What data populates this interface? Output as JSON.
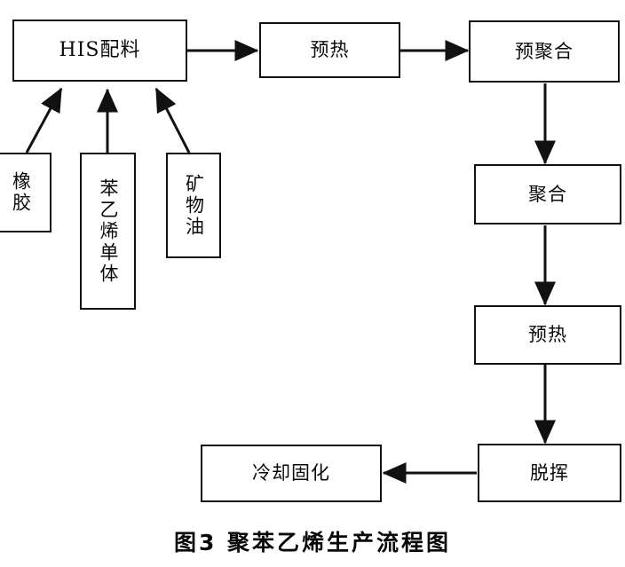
{
  "figure": {
    "caption": "图3 聚苯乙烯生产流程图",
    "type": "process-flow-diagram"
  },
  "nodes": {
    "his_blend": {
      "label": "HIS配料"
    },
    "rubber": {
      "label": "橡胶"
    },
    "styrene_monomer": {
      "label": "苯乙烯单体"
    },
    "mineral_oil": {
      "label": "矿物油"
    },
    "preheat_1": {
      "label": "预热"
    },
    "prepolymerization": {
      "label": "预聚合"
    },
    "polymerization": {
      "label": "聚合"
    },
    "preheat_2": {
      "label": "预热"
    },
    "devolatilization": {
      "label": "脱挥"
    },
    "cooling_solidification": {
      "label": "冷却固化"
    }
  },
  "flow": {
    "edges": [
      {
        "from": "rubber",
        "to": "his_blend",
        "style": "diagonal-arrow"
      },
      {
        "from": "styrene_monomer",
        "to": "his_blend",
        "style": "vertical-arrow"
      },
      {
        "from": "mineral_oil",
        "to": "his_blend",
        "style": "diagonal-arrow"
      },
      {
        "from": "his_blend",
        "to": "preheat_1",
        "style": "right-arrow"
      },
      {
        "from": "preheat_1",
        "to": "prepolymerization",
        "style": "right-arrow"
      },
      {
        "from": "prepolymerization",
        "to": "polymerization",
        "style": "down-arrow"
      },
      {
        "from": "polymerization",
        "to": "preheat_2",
        "style": "down-arrow"
      },
      {
        "from": "preheat_2",
        "to": "devolatilization",
        "style": "down-arrow"
      },
      {
        "from": "devolatilization",
        "to": "cooling_solidification",
        "style": "left-arrow"
      }
    ]
  },
  "colors": {
    "ink": "#111111",
    "paper": "#ffffff"
  }
}
